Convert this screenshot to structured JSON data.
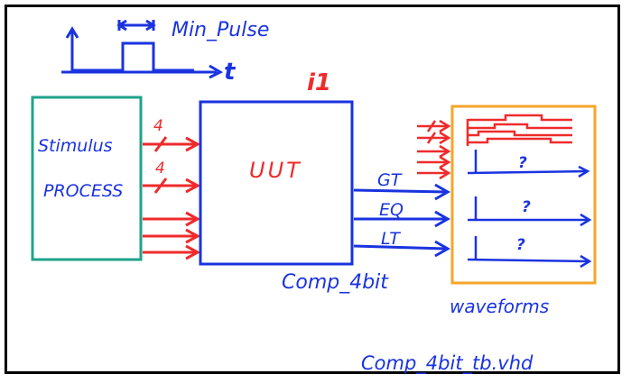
{
  "pulse": {
    "label": "Min_Pulse",
    "axis_label": "t"
  },
  "stimulus": {
    "line1": "Stimulus",
    "line2": "PROCESS",
    "bus_width_1": "4",
    "bus_width_2": "4"
  },
  "uut": {
    "label": "UUT",
    "instance": "i1",
    "entity": "Comp_4bit"
  },
  "outputs": {
    "gt": "GT",
    "eq": "EQ",
    "lt": "LT"
  },
  "waveforms": {
    "label": "waveforms",
    "q1": "?",
    "q2": "?",
    "q3": "?"
  },
  "footer": {
    "filename": "Comp_4bit_tb.vhd"
  },
  "colors": {
    "blue": "#1a33e0",
    "red": "#ef2b2b",
    "teal": "#1fa38a",
    "orange": "#f6a52a",
    "black": "#000000"
  }
}
